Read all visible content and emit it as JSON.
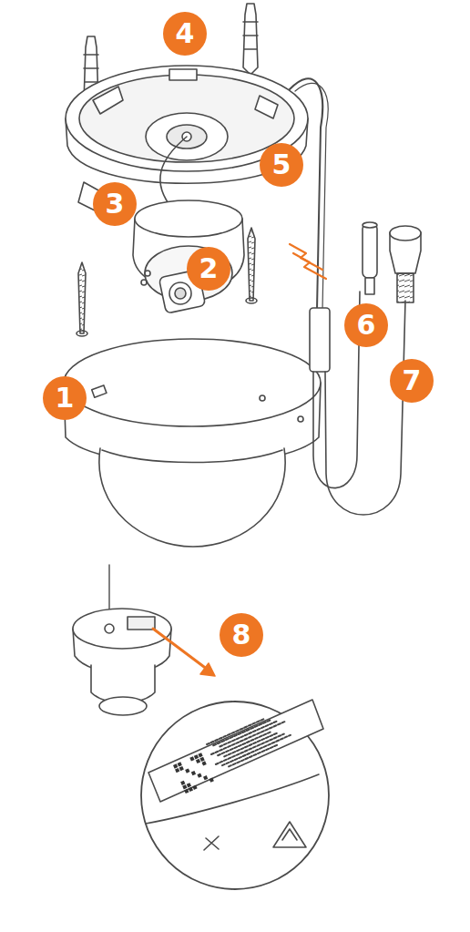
{
  "diagram": {
    "labels": [
      "4",
      "5",
      "3",
      "2",
      "6",
      "7",
      "1",
      "8"
    ]
  }
}
